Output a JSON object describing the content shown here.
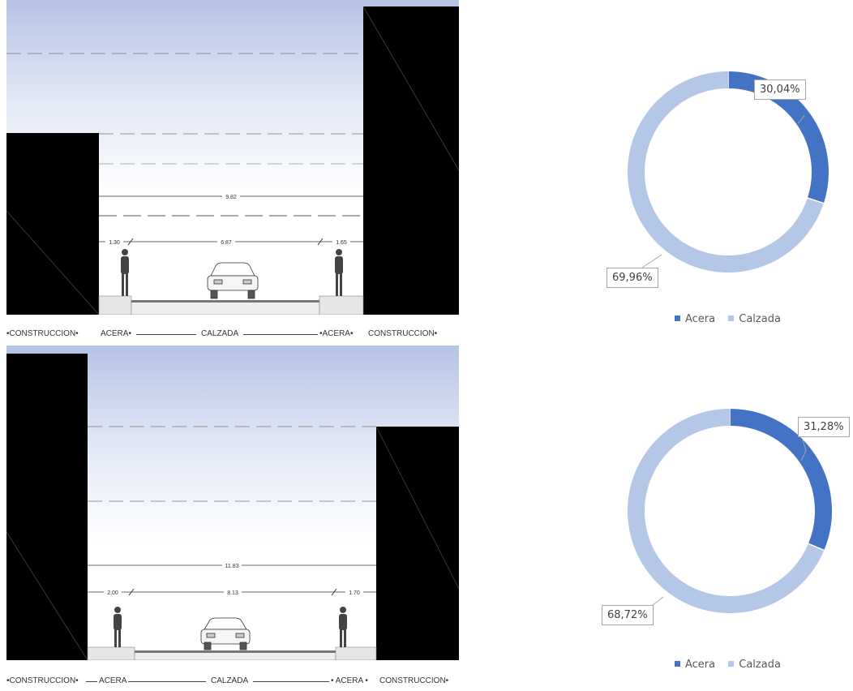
{
  "sections": [
    {
      "dimensions": {
        "total": "9.82",
        "acera_left": "1.30",
        "calzada": "6.87",
        "acera_right": "1.65"
      },
      "caption": {
        "construccion_left": "•CONSTRUCCION•",
        "acera_left": "ACERA•",
        "calzada": "CALZADA",
        "acera_right": "•ACERA•",
        "construccion_right": "CONSTRUCCION•"
      }
    },
    {
      "dimensions": {
        "total": "11.83",
        "acera_left": "2.00",
        "calzada": "8.13",
        "acera_right": "1.70"
      },
      "caption": {
        "construccion_left": "•CONSTRUCCION•",
        "acera_left": "ACERA",
        "calzada": "CALZADA",
        "acera_right": "• ACERA •",
        "construccion_right": "CONSTRUCCION•"
      }
    }
  ],
  "chart_data": [
    {
      "type": "pie",
      "categories": [
        "Acera",
        "Calzada"
      ],
      "values": [
        30.04,
        69.96
      ],
      "labels": [
        "30,04%",
        "69,96%"
      ],
      "colors": [
        "#4472c4",
        "#b4c7e7"
      ],
      "legend_position": "bottom",
      "legend": [
        "Acera",
        "Calzada"
      ]
    },
    {
      "type": "pie",
      "categories": [
        "Acera",
        "Calzada"
      ],
      "values": [
        31.28,
        68.72
      ],
      "labels": [
        "31,28%",
        "68,72%"
      ],
      "colors": [
        "#4472c4",
        "#b4c7e7"
      ],
      "legend_position": "bottom",
      "legend": [
        "Acera",
        "Calzada"
      ]
    }
  ]
}
